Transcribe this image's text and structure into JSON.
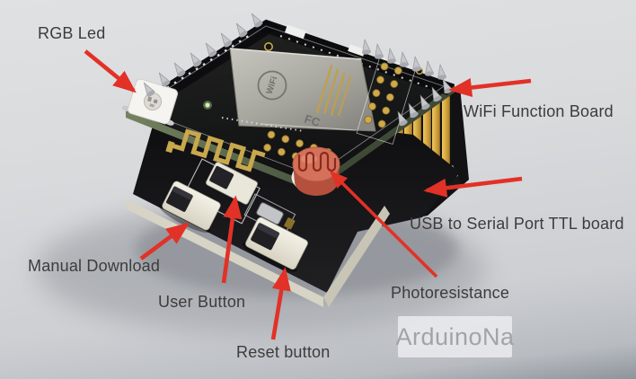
{
  "photo": {
    "description": "Annotated studio photograph of an ESP8266 WiFi development board stack",
    "watermark_text": "ArduinoNa"
  },
  "annotations": {
    "rgb_led": {
      "label": "RGB Led"
    },
    "wifi_function_board": {
      "label": "WiFi Function Board"
    },
    "usb_serial_board": {
      "label": "USB to Serial Port TTL board"
    },
    "photoresistance": {
      "label": "Photoresistance"
    },
    "manual_download": {
      "label": "Manual Download"
    },
    "user_button": {
      "label": "User Button"
    },
    "reset_button": {
      "label": "Reset button"
    }
  },
  "board_markings": {
    "module_logo": "WiFi",
    "cert_mark": "FC"
  },
  "colors": {
    "arrow_red": "#e23127",
    "label_text": "#3c3c3c",
    "watermark_text": "#a2a2aa",
    "background_top": "#e0e1e3",
    "background_bottom": "#8e949b",
    "pcb_black": "#141416",
    "pin_gold": "#c9a84c"
  }
}
